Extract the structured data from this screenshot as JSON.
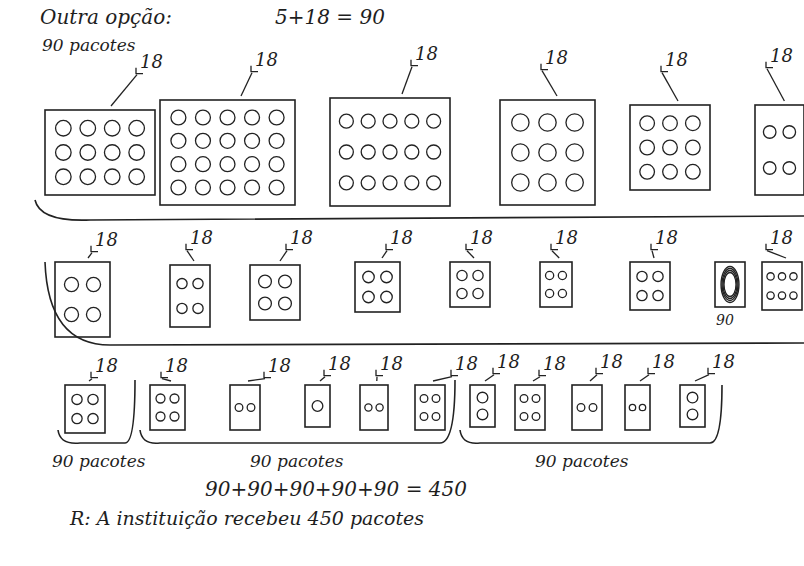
{
  "diagram": {
    "labels": [
      "Outra opção:",
      "5+18 = 90",
      "90 pacotes",
      "18",
      "18",
      "18",
      "18",
      "18",
      "18",
      "18",
      "18",
      "18",
      "18",
      "18",
      "18",
      "18",
      "18",
      "90",
      "18",
      "18",
      "18",
      "18",
      "18",
      "18",
      "18",
      "18",
      "18",
      "18",
      "18",
      "90 pacotes",
      "90 pacotes",
      "90 pacotes",
      "90+90+90+90+90 = 450",
      "R: A instituição recebeu 450 pacotes"
    ]
  }
}
